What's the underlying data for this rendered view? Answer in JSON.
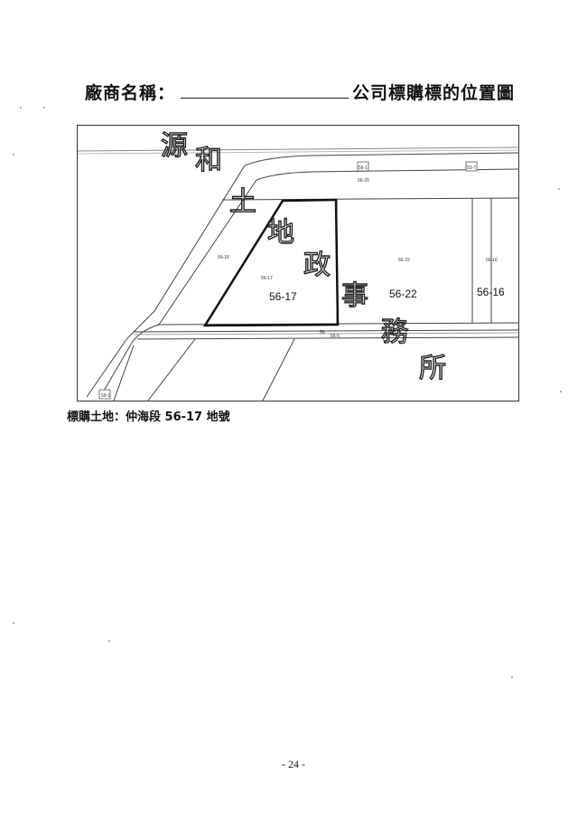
{
  "header": {
    "label": "廠商名稱：",
    "suffix": "公司標購標的位置圖"
  },
  "map": {
    "parcels": {
      "p56_18": "56-18",
      "p56_17_small": "56-17",
      "p56_17": "56-17",
      "p56_22_small": "56-22",
      "p56_22": "56-22",
      "p56_16_small": "56-16",
      "p56_16": "56-16",
      "p56_29": "56-29",
      "p56_top": "56-1",
      "p53_top": "53-7",
      "p56_road": "56",
      "p56_road2": "56-5",
      "p59_corner": "59-1"
    },
    "stamp": [
      "源",
      "和",
      "土",
      "地",
      "政",
      "事",
      "務",
      "所"
    ],
    "highlight_color": "#111111"
  },
  "caption": "標購土地：仲海段 56-17 地號",
  "footer": {
    "page": "- 24 -"
  }
}
